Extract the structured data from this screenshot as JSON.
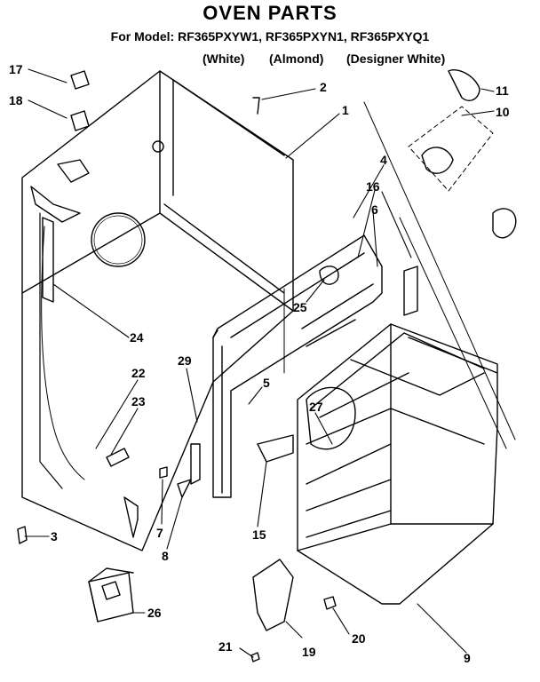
{
  "header": {
    "title": "OVEN PARTS",
    "model_line": "For Model: RF365PXYW1, RF365PXYN1, RF365PXYQ1",
    "finishes": [
      "(White)",
      "(Almond)",
      "(Designer White)"
    ]
  },
  "callouts": {
    "c1": "1",
    "c2": "2",
    "c3": "3",
    "c4": "4",
    "c5": "5",
    "c6": "6",
    "c7": "7",
    "c8": "8",
    "c9": "9",
    "c10": "10",
    "c11": "11",
    "c15": "15",
    "c16": "16",
    "c17": "17",
    "c18": "18",
    "c19": "19",
    "c20": "20",
    "c21": "21",
    "c22": "22",
    "c23": "23",
    "c24": "24",
    "c25": "25",
    "c26": "26",
    "c27": "27",
    "c29": "29"
  }
}
